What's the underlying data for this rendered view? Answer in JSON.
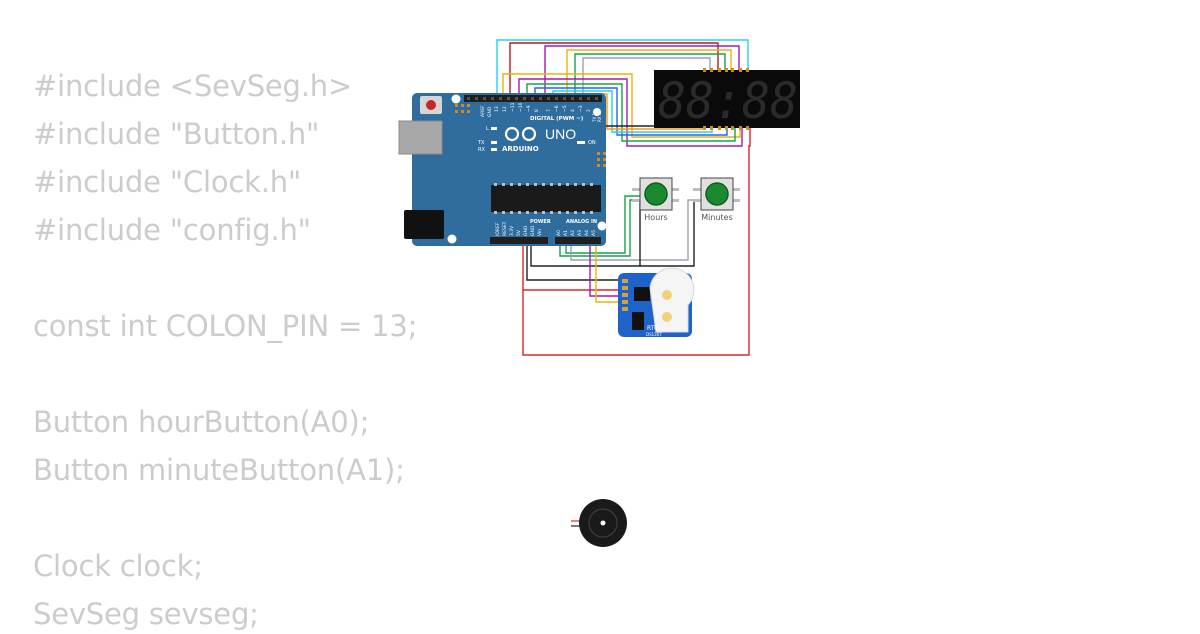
{
  "code_lines": [
    "#include <SevSeg.h>",
    "#include \"Button.h\"",
    "#include \"Clock.h\"",
    "#include \"config.h\"",
    "",
    "const int COLON_PIN = 13;",
    "",
    "Button hourButton(A0);",
    "Button minuteButton(A1);",
    "",
    "Clock clock;",
    "SevSeg sevseg;"
  ],
  "board": {
    "model_label": "UNO",
    "brand_label": "ARDUINO",
    "digital_header_label": "DIGITAL (PWM ~)",
    "analog_header_label": "ANALOG IN",
    "power_header_label": "POWER",
    "on_label": "ON",
    "l_label": "L",
    "tx_label": "TX",
    "rx_label": "RX",
    "aref_label": "AREF",
    "gnd_label": "GND",
    "digital_pins": [
      "13",
      "12",
      "~11",
      "~10",
      "~9",
      "8",
      "7",
      "~6",
      "~5",
      "4",
      "~3",
      "2",
      "TX 1",
      "RX 0"
    ],
    "power_pins": [
      "IOREF",
      "RESET",
      "3.3V",
      "5V",
      "GND",
      "GND",
      "Vin"
    ],
    "analog_pins": [
      "A0",
      "A1",
      "A2",
      "A3",
      "A4",
      "A5"
    ]
  },
  "buttons": [
    {
      "label": "Hours"
    },
    {
      "label": "Minutes"
    }
  ],
  "display": {
    "digits": "88:88"
  },
  "rtc": {
    "label": "RTC",
    "chip_label": "DS1307"
  },
  "wire_colors": {
    "cyan": "#22d3ee",
    "red": "#dc2626",
    "purple": "#a21caf",
    "yellow": "#eab308",
    "orange": "#f59e0b",
    "green": "#16a34a",
    "blue": "#2563eb",
    "black": "#222222",
    "gray": "#9ca3af",
    "darkred": "#b91c1c"
  }
}
